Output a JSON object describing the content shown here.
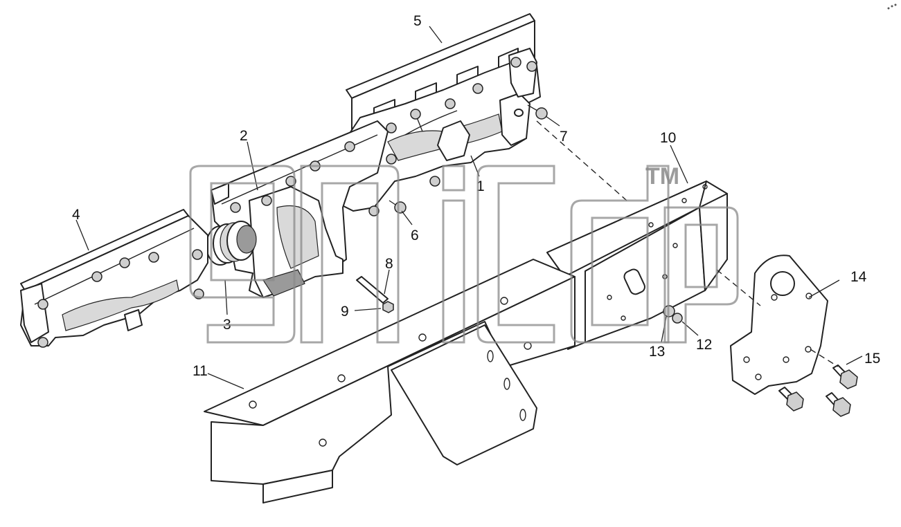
{
  "diagram": {
    "callouts": [
      {
        "id": "1",
        "label": "1"
      },
      {
        "id": "2",
        "label": "2"
      },
      {
        "id": "3",
        "label": "3"
      },
      {
        "id": "4",
        "label": "4"
      },
      {
        "id": "5",
        "label": "5"
      },
      {
        "id": "6",
        "label": "6"
      },
      {
        "id": "7",
        "label": "7"
      },
      {
        "id": "8",
        "label": "8"
      },
      {
        "id": "9",
        "label": "9"
      },
      {
        "id": "10",
        "label": "10"
      },
      {
        "id": "11",
        "label": "11"
      },
      {
        "id": "12",
        "label": "12"
      },
      {
        "id": "13",
        "label": "13"
      },
      {
        "id": "14",
        "label": "14"
      },
      {
        "id": "15",
        "label": "15"
      }
    ],
    "watermark": {
      "text": "gnidp",
      "trademark": "TM"
    }
  }
}
